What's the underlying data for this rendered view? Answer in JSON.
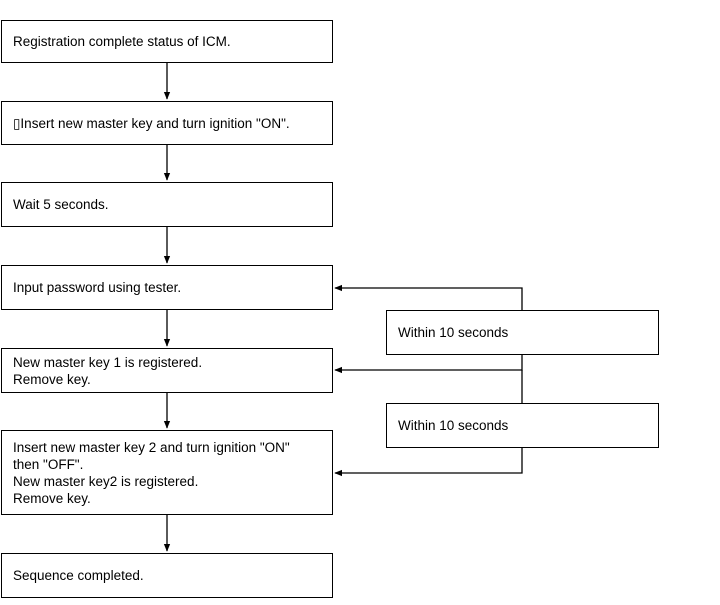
{
  "steps": [
    {
      "lines": [
        "Registration complete status of ICM."
      ]
    },
    {
      "lines": [
        "▯Insert new master key and turn ignition \"ON\"."
      ]
    },
    {
      "lines": [
        "Wait 5 seconds."
      ]
    },
    {
      "lines": [
        "Input password using tester."
      ]
    },
    {
      "lines": [
        "New master key 1 is registered.",
        "Remove key."
      ]
    },
    {
      "lines": [
        "Insert new master key 2 and turn ignition \"ON\"",
        "then \"OFF\".",
        "New master key2 is registered.",
        "Remove key."
      ]
    },
    {
      "lines": [
        "Sequence completed."
      ]
    }
  ],
  "timers": [
    {
      "label": "Within 10 seconds"
    },
    {
      "label": "Within 10 seconds"
    }
  ]
}
